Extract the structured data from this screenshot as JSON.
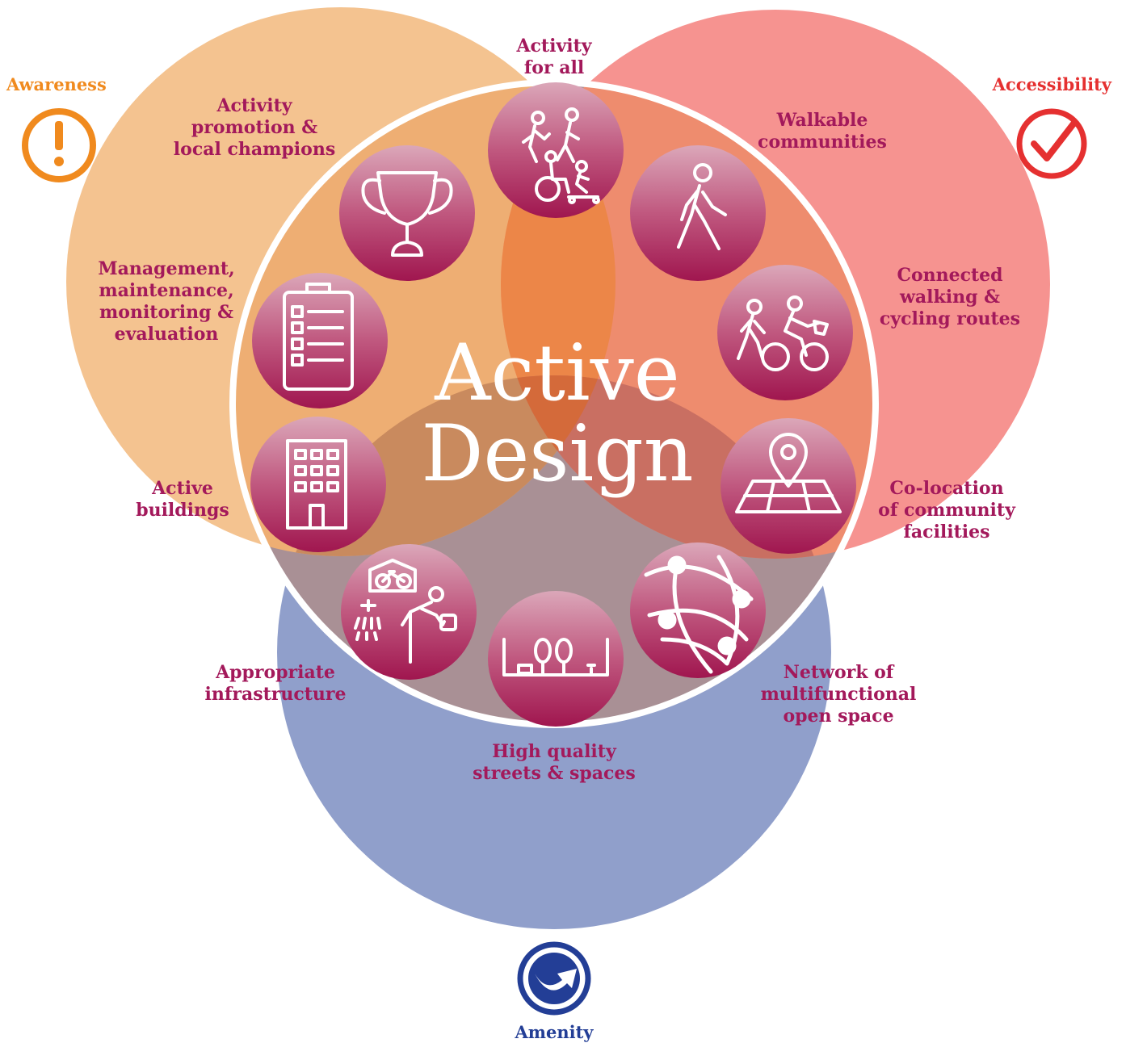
{
  "title": {
    "line1": "Active",
    "line2": "Design"
  },
  "principles": {
    "awareness": "Awareness",
    "accessibility": "Accessibility",
    "amenity": "Amenity"
  },
  "labels": {
    "activity_for_all": [
      "Activity",
      "for all"
    ],
    "walkable": [
      "Walkable",
      "communities"
    ],
    "connected": [
      "Connected",
      "walking &",
      "cycling routes"
    ],
    "colocation": [
      "Co-location",
      "of community",
      "facilities"
    ],
    "network": [
      "Network of",
      "multifunctional",
      "open space"
    ],
    "high_quality": [
      "High quality",
      "streets & spaces"
    ],
    "infrastructure": [
      "Appropriate",
      "infrastructure"
    ],
    "buildings": [
      "Active",
      "buildings"
    ],
    "management": [
      "Management,",
      "maintenance,",
      "monitoring &",
      "evaluation"
    ],
    "promotion": [
      "Activity",
      "promotion &",
      "local champions"
    ]
  },
  "icons": {
    "activity_for_all": "people-activity-icon",
    "walkable": "walking-person-icon",
    "connected": "walk-and-cycle-icon",
    "colocation": "map-pin-icon",
    "network": "network-globe-icon",
    "high_quality": "street-trees-icon",
    "infrastructure": "bike-shed-shower-icon",
    "buildings": "building-icon",
    "management": "clipboard-checklist-icon",
    "promotion": "trophy-icon"
  },
  "colors": {
    "awareness": "#f08a1e",
    "accessibility": "#e53030",
    "amenity": "#233e96",
    "label": "#a3195b",
    "circle_orange": "#f4c390",
    "circle_red": "#f69390",
    "circle_blue": "#909fcb"
  }
}
